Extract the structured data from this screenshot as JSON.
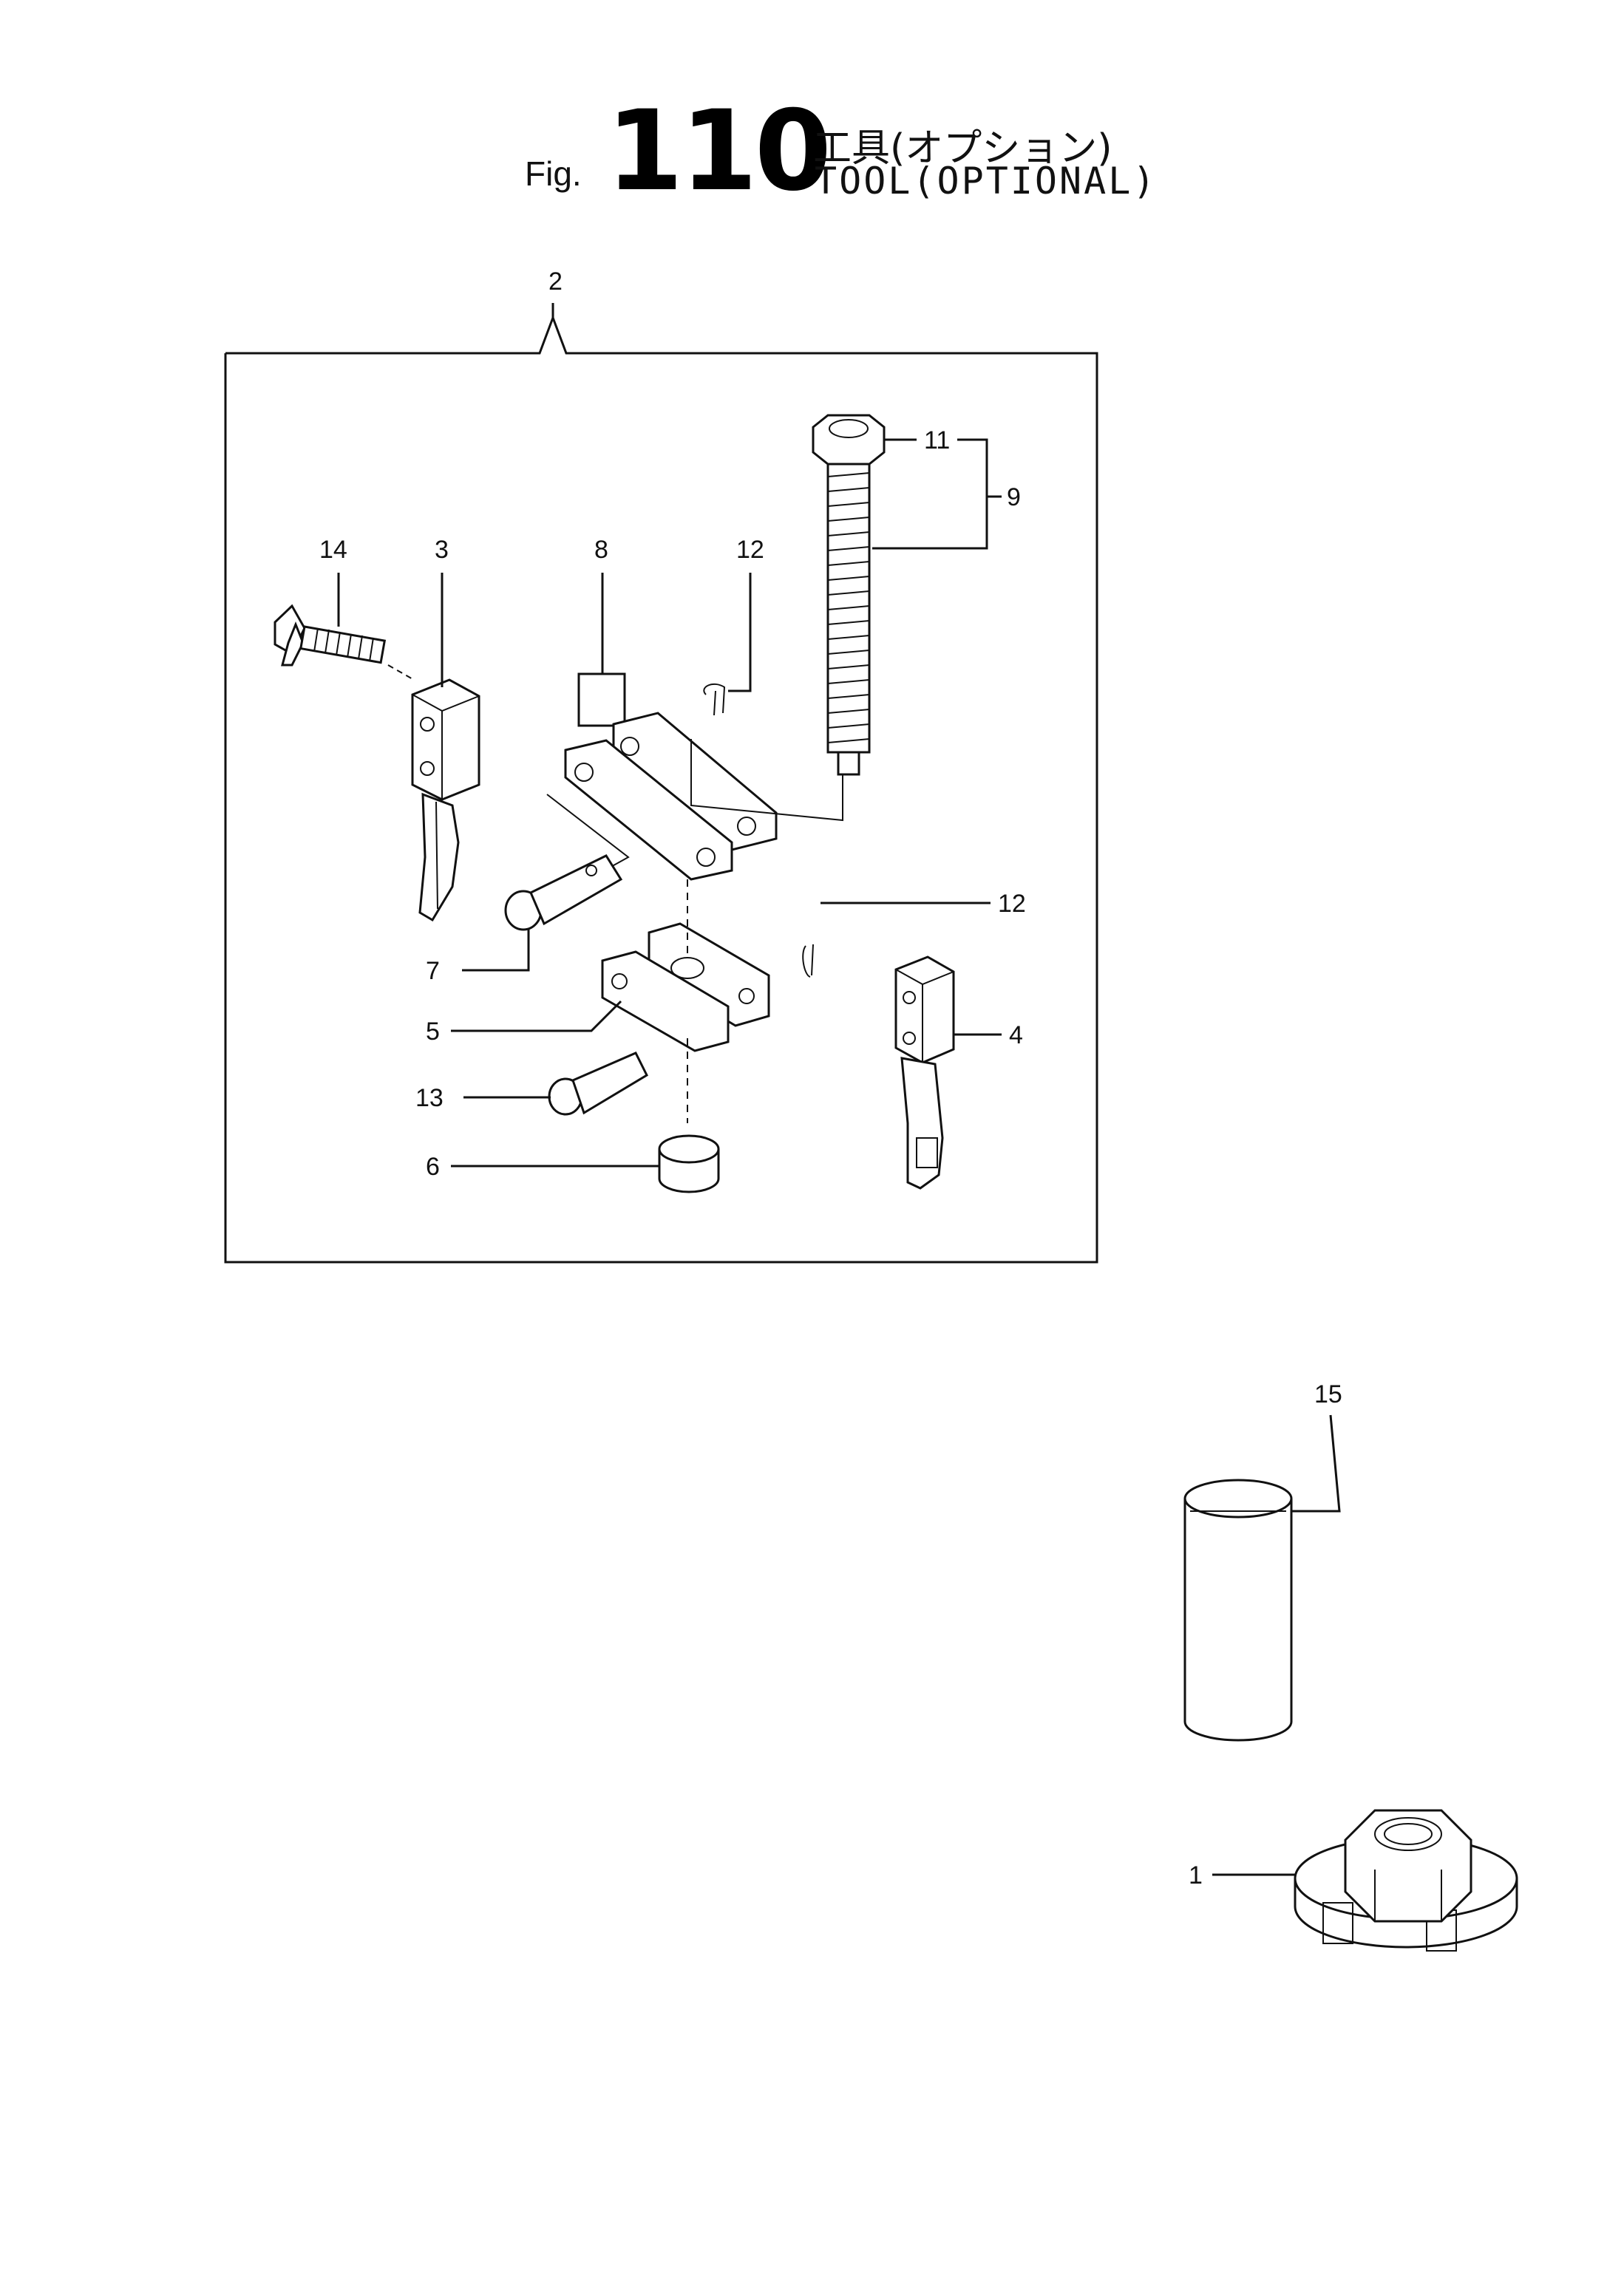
{
  "figure": {
    "prefix": "Fig.",
    "number": "110",
    "title_jp": "工具(オプション)",
    "title_en": "TOOL(OPTIONAL)"
  },
  "callouts": {
    "c1": "1",
    "c2": "2",
    "c3": "3",
    "c4": "4",
    "c5": "5",
    "c6": "6",
    "c7": "7",
    "c8": "8",
    "c9": "9",
    "c11": "11",
    "c12a": "12",
    "c12b": "12",
    "c13": "13",
    "c14": "14",
    "c15": "15"
  },
  "colors": {
    "ink": "#111111",
    "paper": "#ffffff"
  }
}
